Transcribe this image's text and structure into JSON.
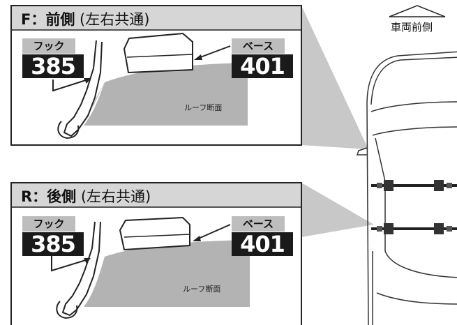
{
  "front_label": "車両前側",
  "panels": [
    {
      "id": "front",
      "header_bold": "F：前側",
      "header_rest": " (左右共通)",
      "hook_label": "フック",
      "hook_code": "385",
      "base_label": "ベース",
      "base_code": "401",
      "roof_label": "ルーフ断面"
    },
    {
      "id": "rear",
      "header_bold": "R：後側",
      "header_rest": " (左右共通)",
      "hook_label": "フック",
      "hook_code": "385",
      "base_label": "ベース",
      "base_code": "401",
      "roof_label": "ルーフ断面"
    }
  ],
  "colors": {
    "header_bg": "#d6d6d6",
    "callout_gray": "#c8c8c8",
    "roof_gray": "#b3b3b3",
    "code_bg": "#1a1a1a",
    "label_bg": "#bdbdbd"
  }
}
